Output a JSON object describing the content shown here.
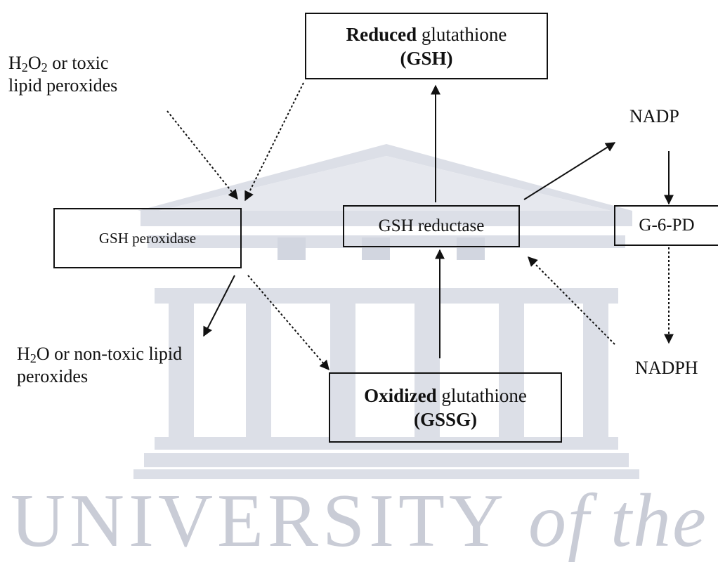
{
  "watermark": {
    "text_main": "UNIVERSITY",
    "text_italic": "of the"
  },
  "nodes": {
    "reduced_gsh": {
      "bold_word": "Reduced",
      "rest": " glutathione",
      "line2": "(GSH)"
    },
    "h2o2": {
      "prefix": "H",
      "sub1": "2",
      "mid": "O",
      "sub2": "2",
      "suffix": " or toxic",
      "line2": "lipid peroxides"
    },
    "nadp": "NADP",
    "gsh_peroxidase": "GSH peroxidase",
    "gsh_reductase": "GSH reductase",
    "g6pd": "G-6-PD",
    "h2o": {
      "prefix": "H",
      "sub1": "2",
      "suffix": "O or non-toxic lipid",
      "line2": "peroxides"
    },
    "nadph": "NADPH",
    "oxidized_gssg": {
      "bold_word": "Oxidized",
      "rest": " glutathione",
      "line2": "(GSSG)"
    }
  },
  "colors": {
    "watermark": "#c9ccd6",
    "ink": "#111111"
  }
}
